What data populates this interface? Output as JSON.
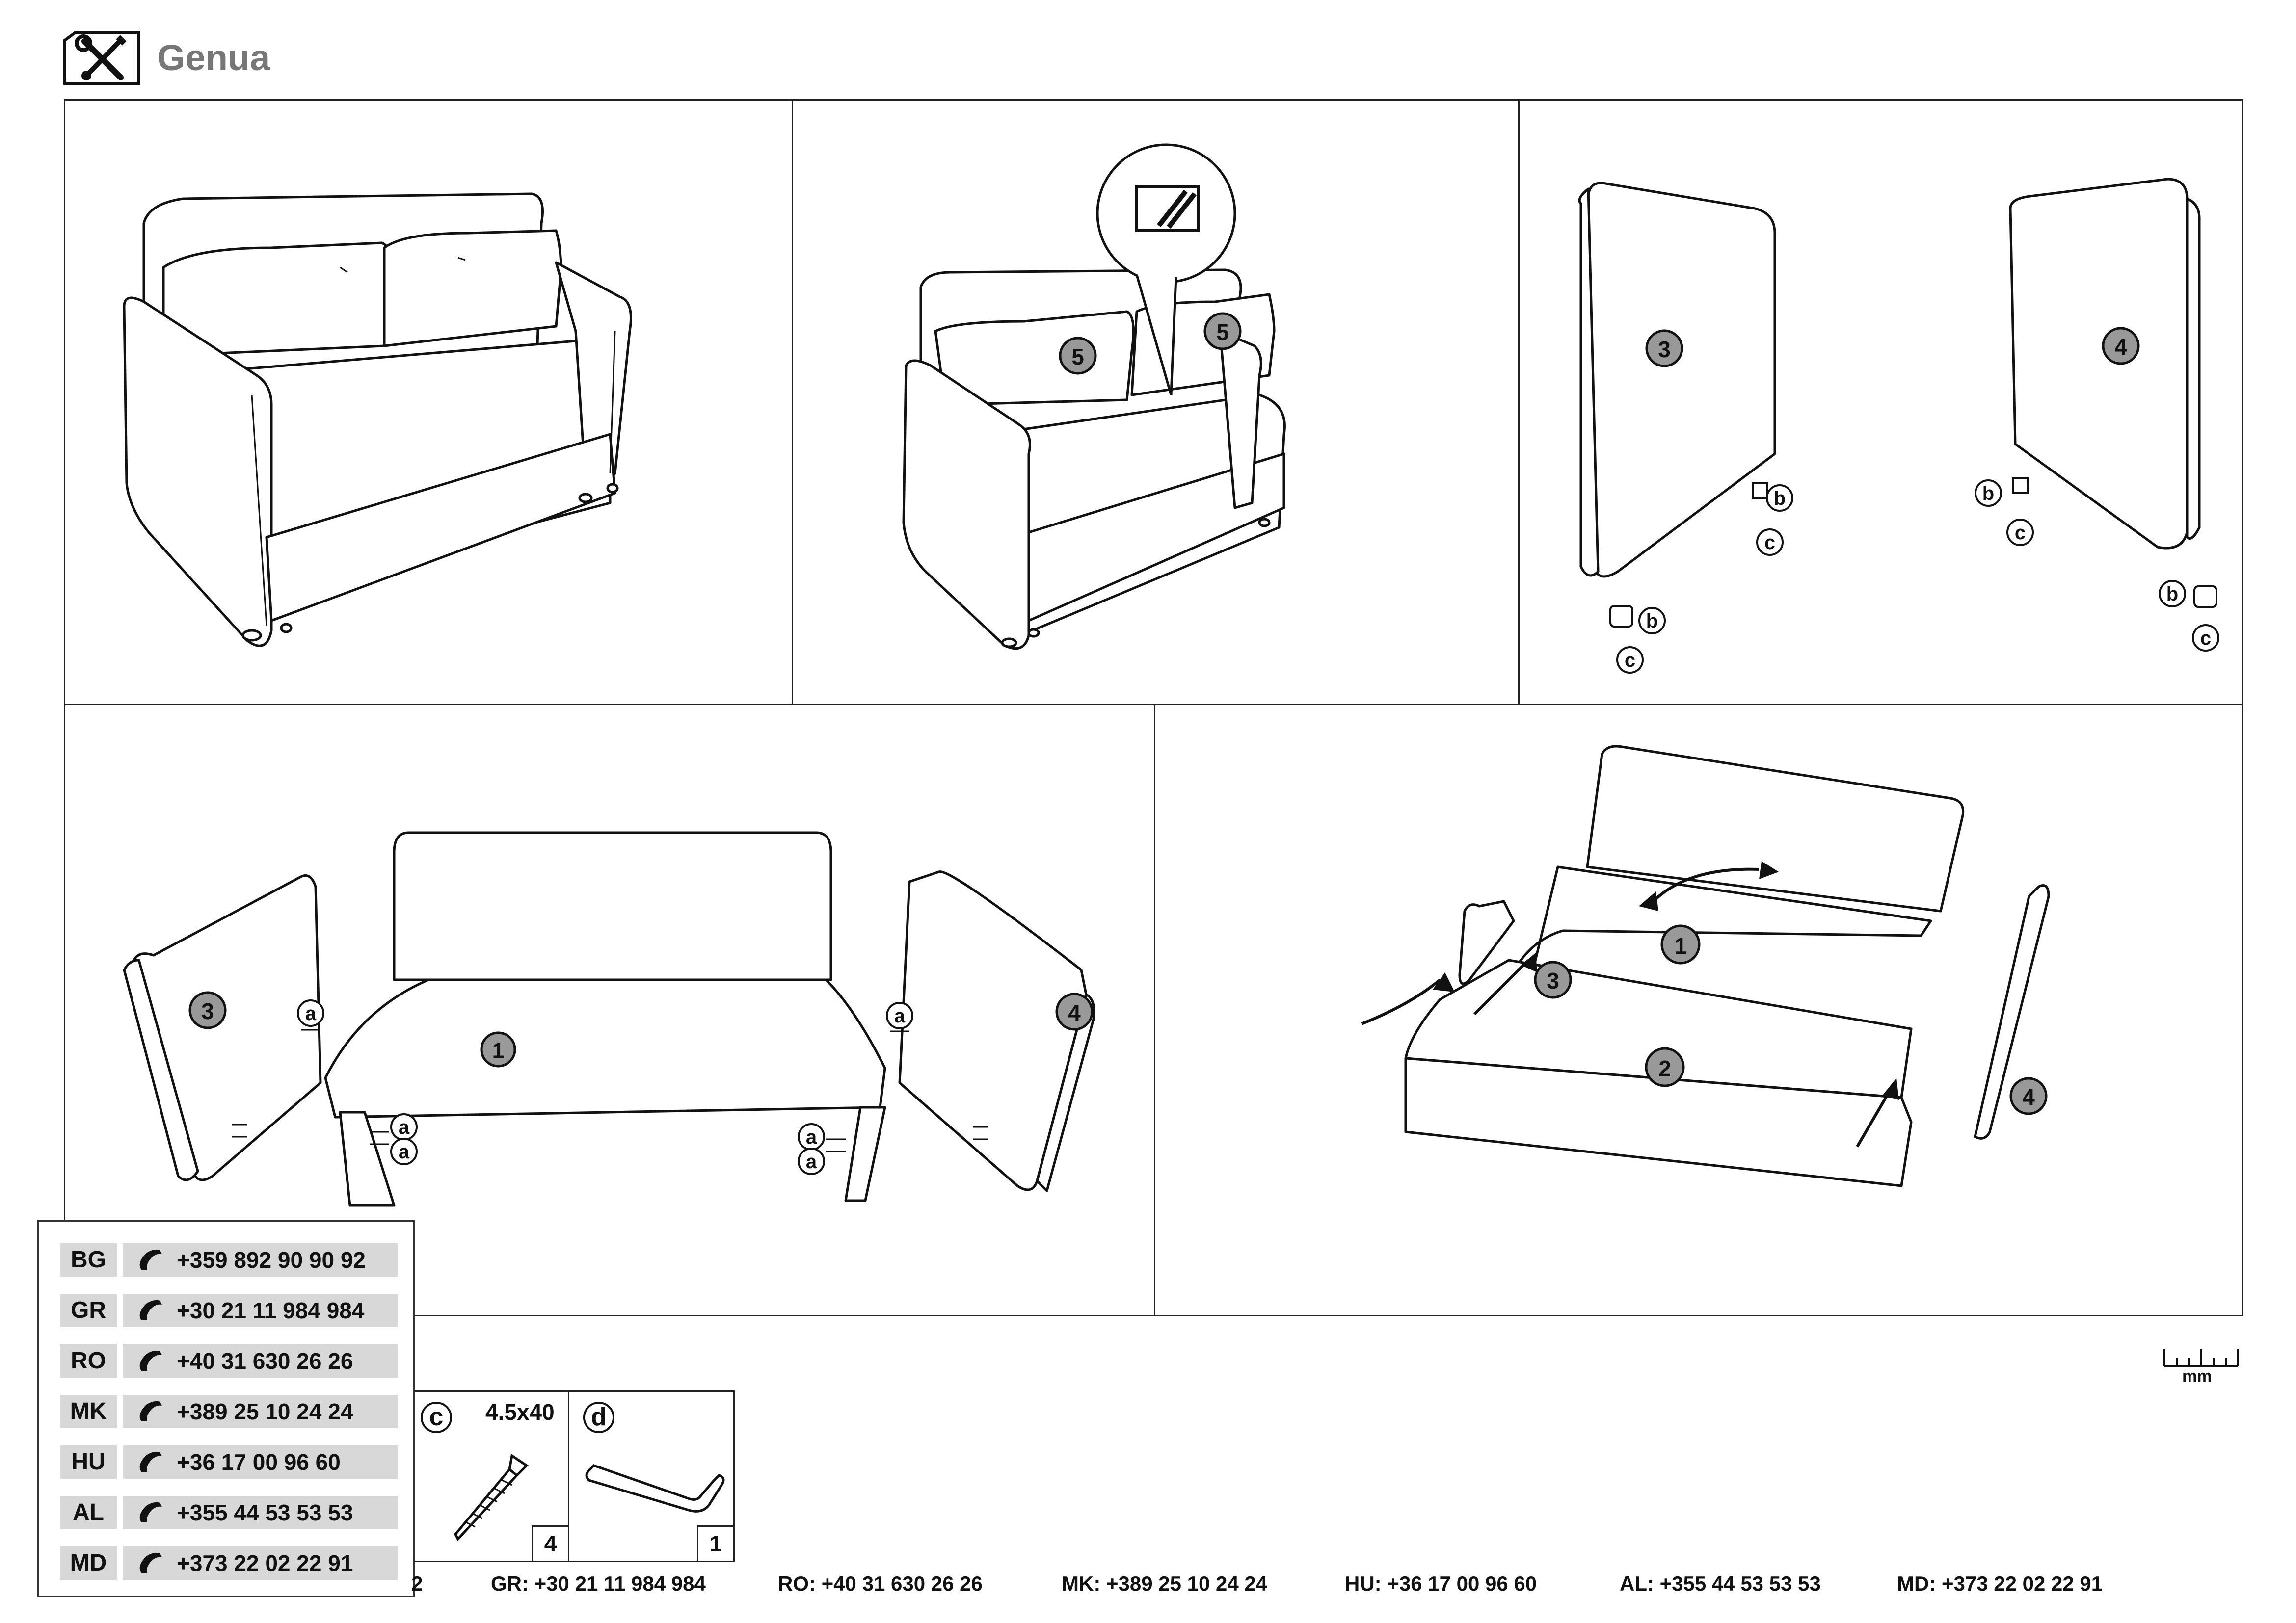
{
  "header": {
    "title": "Genua",
    "icon": "tools-icon"
  },
  "steps": {
    "step2_callout_icon": "screws-icon",
    "parts_labels": {
      "p1": "1",
      "p2": "2",
      "p3": "3",
      "p4": "4",
      "p5": "5"
    },
    "hardware_labels": {
      "a": "a",
      "b": "b",
      "c": "c"
    }
  },
  "parts": {
    "c": {
      "letter": "c",
      "size": "4.5x40",
      "qty": "4"
    },
    "d": {
      "letter": "d",
      "qty": "1"
    }
  },
  "phones": [
    {
      "code": "BG",
      "number": "+359 892 90 90 92"
    },
    {
      "code": "GR",
      "number": "+30 21 11 984 984"
    },
    {
      "code": "RO",
      "number": "+40 31 630 26 26"
    },
    {
      "code": "MK",
      "number": "+389 25 10 24 24"
    },
    {
      "code": "HU",
      "number": "+36 17 00 96 60"
    },
    {
      "code": "AL",
      "number": "+355 44 53 53 53"
    },
    {
      "code": "MD",
      "number": "+373 22 02 22 91"
    }
  ],
  "footer_contacts": [
    {
      "code": "GR:",
      "number": "+30 21 11 984 984"
    },
    {
      "code": "RO:",
      "number": "+40 31 630 26 26"
    },
    {
      "code": "MK:",
      "number": "+389 25 10 24 24"
    },
    {
      "code": "HU:",
      "number": "+36 17 00 96 60"
    },
    {
      "code": "AL:",
      "number": "+355 44 53 53 53"
    },
    {
      "code": "MD:",
      "number": "+373 22 02 22 91"
    }
  ],
  "footer_fragment": "2",
  "ruler": {
    "unit": "mm"
  }
}
